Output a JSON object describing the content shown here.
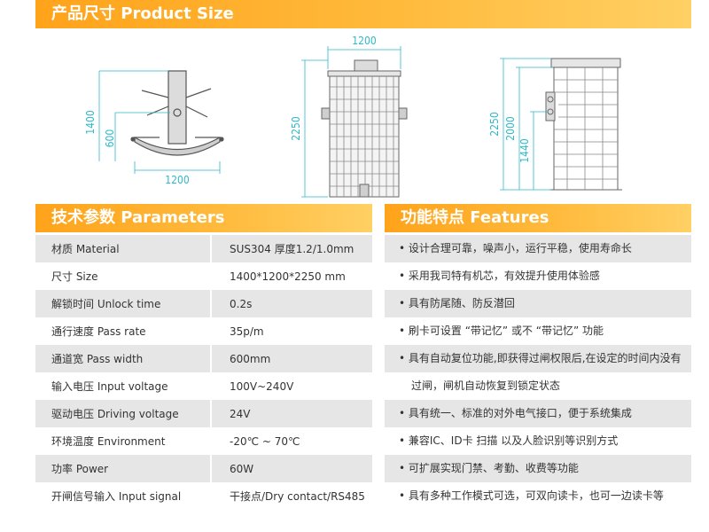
{
  "sections": {
    "size_title": "产品尺寸 Product Size",
    "params_title": "技术参数 Parameters",
    "features_title": "功能特点 Features"
  },
  "drawings": {
    "top_view": {
      "height_dim": "1400",
      "arm_dim": "600",
      "width_dim": "1200"
    },
    "front_view": {
      "width_dim": "1200",
      "height_dim": "2250"
    },
    "side_view": {
      "height_dim": "2250",
      "mid_dim": "2000",
      "low_dim": "1440"
    }
  },
  "parameters": [
    {
      "key": "材质 Material",
      "value": "SUS304  厚度1.2/1.0mm"
    },
    {
      "key": "尺寸 Size",
      "value": "1400*1200*2250 mm"
    },
    {
      "key": "解锁时间 Unlock time",
      "value": "0.2s"
    },
    {
      "key": "通行速度 Pass rate",
      "value": "35p/m"
    },
    {
      "key": "通道宽 Pass width",
      "value": "600mm"
    },
    {
      "key": "输入电压 Input voltage",
      "value": "100V~240V"
    },
    {
      "key": "驱动电压 Driving voltage",
      "value": "24V"
    },
    {
      "key": "环境温度 Environment",
      "value": "-20℃ ~ 70℃"
    },
    {
      "key": "功率 Power",
      "value": "60W"
    },
    {
      "key": "开闸信号输入 Input signal",
      "value": "干接点/Dry contact/RS485"
    }
  ],
  "features": [
    "• 设计合理可靠，噪声小，运行平稳，使用寿命长",
    "• 采用我司特有机芯，有效提升使用体验感",
    "• 具有防尾随、防反潜回",
    "• 刷卡可设置 “带记忆” 或不 “带记忆” 功能",
    "• 具有自动复位功能,即获得过闸权限后,在设定的时间内没有",
    "过闸，闸机自动恢复到锁定状态",
    "• 具有统一、标准的对外电气接口，便于系统集成",
    "• 兼容IC、ID卡 扫描 以及人脸识别等识别方式",
    "• 可扩展实现门禁、考勤、收费等功能",
    "• 具有多种工作模式可选，可双向读卡，也可一边读卡等"
  ]
}
